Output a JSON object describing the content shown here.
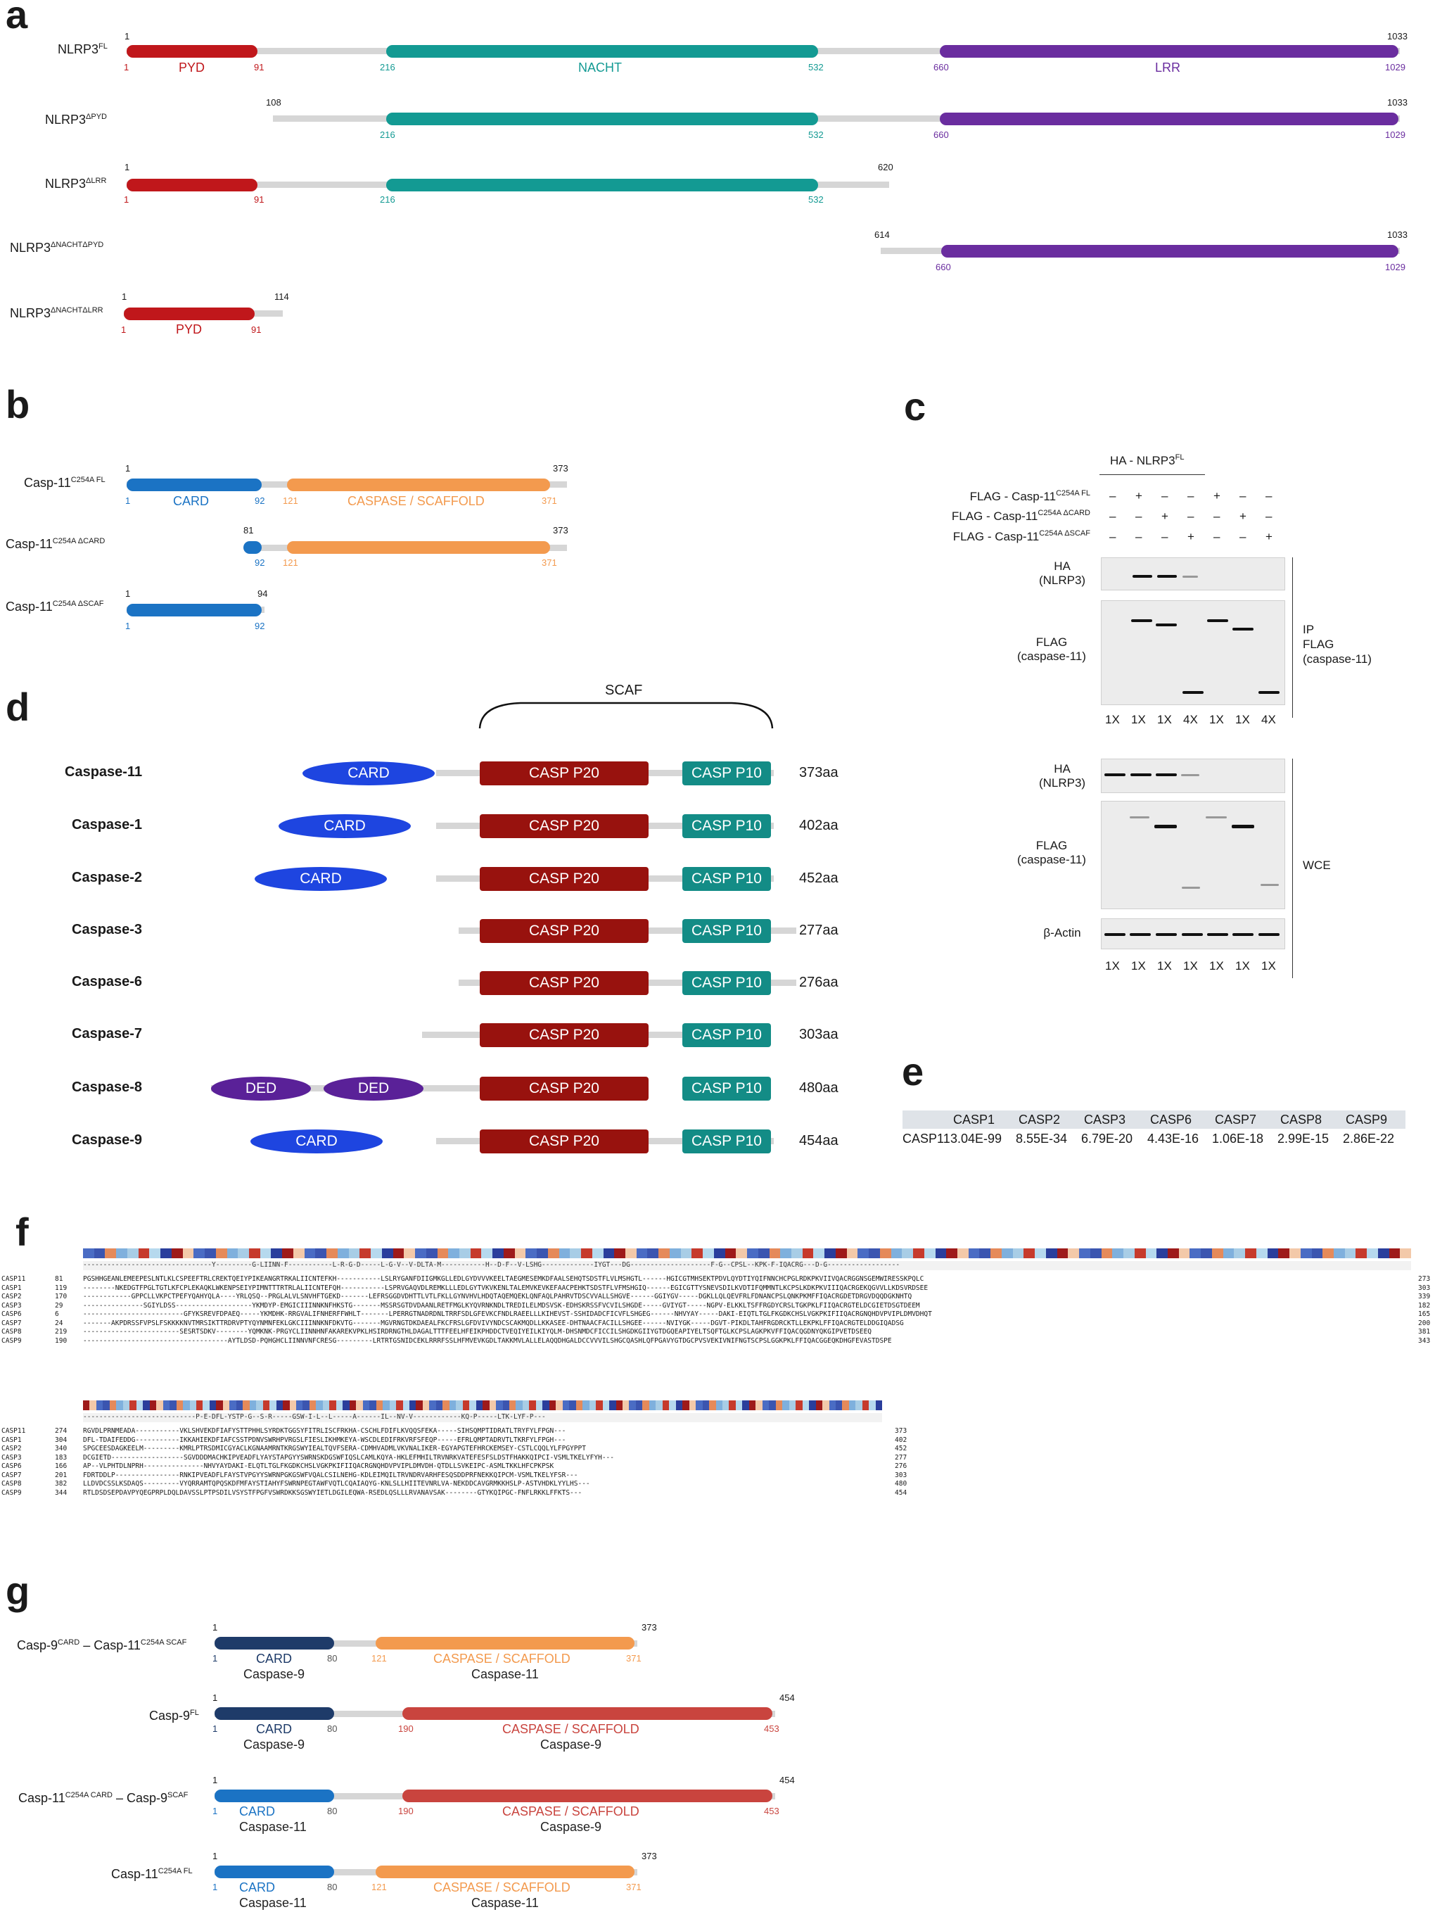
{
  "panels": {
    "a": "a",
    "b": "b",
    "c": "c",
    "d": "d",
    "e": "e",
    "f": "f",
    "g": "g"
  },
  "colors": {
    "pyd": "#c0171b",
    "nacht": "#139a93",
    "lrr": "#6a2d9f",
    "card_blue": "#1b73c4",
    "caspase_orange": "#f39a4e",
    "p20": "#98120e",
    "p10": "#138c86",
    "card_ellipse": "#1e45e0",
    "ded": "#5a2198",
    "card_dark": "#1e3b69",
    "caspase_red": "#c9443e",
    "grey_track": "#d6d6d6"
  },
  "panel_a": {
    "constructs": [
      {
        "name": "NLRP3",
        "sup": "FL",
        "start": "1",
        "end": "1033",
        "marks": [
          "1",
          "91",
          "216",
          "532",
          "660",
          "1029"
        ],
        "domains": [
          "PYD",
          "NACHT",
          "LRR"
        ]
      },
      {
        "name": "NLRP3",
        "sup": "ΔPYD",
        "start": "108",
        "end": "1033",
        "marks": [
          "216",
          "532",
          "660",
          "1029"
        ]
      },
      {
        "name": "NLRP3",
        "sup": "ΔLRR",
        "start": "1",
        "end": "620",
        "marks": [
          "1",
          "91",
          "216",
          "532"
        ]
      },
      {
        "name": "NLRP3",
        "sup": "ΔNACHTΔPYD",
        "start": "614",
        "end": "1033",
        "marks": [
          "660",
          "1029"
        ]
      },
      {
        "name": "NLRP3",
        "sup": "ΔNACHTΔLRR",
        "start": "1",
        "end": "114",
        "marks": [
          "1",
          "91"
        ],
        "domains": [
          "PYD"
        ]
      }
    ]
  },
  "panel_b": {
    "constructs": [
      {
        "name": "Casp-11",
        "sup": "C254A FL",
        "start": "1",
        "end": "373",
        "marks": [
          "1",
          "92",
          "121",
          "371"
        ],
        "domains": [
          "CARD",
          "CASPASE / SCAFFOLD"
        ]
      },
      {
        "name": "Casp-11",
        "sup": "C254A ΔCARD",
        "start": "81",
        "end": "373",
        "marks": [
          "92",
          "121",
          "371"
        ]
      },
      {
        "name": "Casp-11",
        "sup": "C254A ΔSCAF",
        "start": "1",
        "end": "94",
        "marks": [
          "1",
          "92"
        ]
      }
    ]
  },
  "panel_c": {
    "header": "HA - NLRP3",
    "header_sup": "FL",
    "rows": [
      {
        "label": "FLAG - Casp-11",
        "sup": "C254A FL",
        "signs": [
          "–",
          "+",
          "–",
          "–",
          "+",
          "–",
          "–"
        ]
      },
      {
        "label": "FLAG - Casp-11",
        "sup": "C254A ΔCARD",
        "signs": [
          "–",
          "–",
          "+",
          "–",
          "–",
          "+",
          "–"
        ]
      },
      {
        "label": "FLAG - Casp-11",
        "sup": "C254A ΔSCAF",
        "signs": [
          "–",
          "–",
          "–",
          "+",
          "–",
          "–",
          "+"
        ]
      }
    ],
    "ip_blots": {
      "ha": "HA",
      "ha_sub": "(NLRP3)",
      "flag": "FLAG",
      "flag_sub": "(caspase-11)"
    },
    "ip_side": [
      "IP",
      "FLAG",
      "(caspase-11)"
    ],
    "ip_exposure": [
      "1X",
      "1X",
      "1X",
      "4X",
      "1X",
      "1X",
      "4X"
    ],
    "wce_blots": {
      "ha": "HA",
      "ha_sub": "(NLRP3)",
      "flag": "FLAG",
      "flag_sub": "(caspase-11)",
      "actin": "β-Actin"
    },
    "wce_side": "WCE",
    "wce_exposure": [
      "1X",
      "1X",
      "1X",
      "1X",
      "1X",
      "1X",
      "1X"
    ]
  },
  "panel_d": {
    "scaf_label": "SCAF",
    "rows": [
      {
        "name": "Caspase-11",
        "pre": [
          "CARD"
        ],
        "length": "373aa"
      },
      {
        "name": "Caspase-1",
        "pre": [
          "CARD"
        ],
        "length": "402aa"
      },
      {
        "name": "Caspase-2",
        "pre": [
          "CARD"
        ],
        "length": "452aa"
      },
      {
        "name": "Caspase-3",
        "pre": [],
        "length": "277aa"
      },
      {
        "name": "Caspase-6",
        "pre": [],
        "length": "276aa"
      },
      {
        "name": "Caspase-7",
        "pre": [],
        "length": "303aa"
      },
      {
        "name": "Caspase-8",
        "pre": [
          "DED",
          "DED"
        ],
        "length": "480aa"
      },
      {
        "name": "Caspase-9",
        "pre": [
          "CARD"
        ],
        "length": "454aa"
      }
    ],
    "p20": "CASP P20",
    "p10": "CASP P10"
  },
  "panel_e": {
    "columns": [
      "CASP1",
      "CASP2",
      "CASP3",
      "CASP6",
      "CASP7",
      "CASP8",
      "CASP9"
    ],
    "row_label": "CASP11",
    "values": [
      "3.04E-99",
      "8.55E-34",
      "6.79E-20",
      "4.43E-16",
      "1.06E-18",
      "2.99E-15",
      "2.86E-22"
    ]
  },
  "panel_f": {
    "block1": {
      "consensus": "--------------------------------Y---------G-LIINN-F-----------L-R-G-D-----L-G-V--V-DLTA-M-----------H--D-F--V-LSHG-------------IYGT---DG--------------------F-G--CPSL--KPK-F-IQACRG---D-G------------------",
      "names": [
        "CASP11",
        "CASP1",
        "CASP2",
        "CASP3",
        "CASP6",
        "CASP7",
        "CASP8",
        "CASP9"
      ],
      "starts": [
        "81",
        "119",
        "170",
        "29",
        "6",
        "24",
        "219",
        "190"
      ],
      "ends": [
        "273",
        "303",
        "339",
        "182",
        "165",
        "200",
        "381",
        "343"
      ],
      "seqs": [
        "PGSHHGEANLEMEEPESLNTLKLCSPEEFTRLCREKTQEIYPIKEANGRTRKALIICNTEFKH-----------LSLRYGANFDIIGMKGLLEDLGYDVVVKEELTAEGMESEMKDFAALSEHQTSDSTFLVLMSHGTL------HGICGTMHSEKTPDVLQYDTIYQIFNNCHCPGLRDKPKVIIVQACRGGNSGEMWIRESSKPQLC",
        "--------NKEDGTFPGLTGTLKFCPLEKAQKLWKENPSEIYPIMNTTTRTRLALIICNTEFQH-----------LSPRVGAQVDLREMKLLLEDLGYTVKVKENLTALEMVKEVKEFAACPEHKTSDSTFLVFMSHGIQ------EGICGTTYSNEVSDILKVDTIFQMMNTLKCPSLKDKPKVIIIQACRGEKQGVVLLKDSVRDSEE",
        "------------GPPCLLVKPCTPEFYQAHYQLA----YRLQSQ--PRGLALVLSNVHFTGEKD-------LEFRSGGDVDHTTLVTLFKLLGYNVHVLHDQTAQEMQEKLQNFAQLPAHRVTDSCVVALLSHGVE------GGIYGV-----DGKLLQLQEVFRLFDNANCPSLQNKPKMFFIQACRGDETDRGVDQQDGKNHTQ",
        "---------------SGIYLDSS-------------------YKMDYP-EMGICIIINNKNFHKSTG-------MSSRSGTDVDAANLRETFMGLKYQVRNKNDLTREDILELMDSVSK-EDHSKRSSFVCVILSHGDE-----GVIYGT-----NGPV-ELKKLTSFFRGDYCRSLTGKPKLFIIQACRGTELDCGIETDSGTDEEM",
        "-------------------------GFYKSREVFDPAEQ-----YKMDHK-RRGVALIFNHERFFWHLT-------LPERRGTNADRDNLTRRFSDLGFEVKCFNDLRAEELLLKIHEVST-SSHIDADCFICVFLSHGEG------NHVYAY-----DAKI-EIQTLTGLFKGDKCHSLVGKPKIFIIQACRGNQHDVPVIPLDMVDHQT",
        "-------AKPDRSSFVPSLFSKKKKNVTMRSIKTTRDRVPTYQYNMNFEKLGKCIIINNKNFDKVTG-------MGVRNGTDKDAEALFKCFRSLGFDVIVYNDCSCAKMQDLLKKASEE-DHTNAACFACILLSHGEE------NVIYGK-----DGVT-PIKDLTAHFRGDRCKTLLEKPKLFFIQACRGTELDDGIQADSG",
        "------------------------SESRTSDKV--------YQMKNK-PRGYCLIINNHNFAKAREKVPKLHSIRDRNGTHLDAGALTTTFEELHFEIKPHDDCTVEQIYEILKIYQLM-DHSNMDCFICCILSHGDKGIIYGTDGQEAPIYELTSQFTGLKCPSLAGKPKVFFIQACQGDNYQKGIPVETDSEEQ",
        "------------------------------------AYTLDSD-PQHGHCLIINNVNFCRESG---------LRTRTGSNIDCEKLRRRFSSLHFMVEVKGDLTAKKMVLALLELAQQDHGALDCCVVVILSHGCQASHLQFPGAVYGTDGCPVSVEKIVNIFNGTSCPSLGGKPKLFFIQACGGEQKDHGFEVASTDSPE"
      ]
    },
    "block2": {
      "consensus": "----------------------------P-E-DFL-YSTP-G--S-R-----GSW-I-L--L-----A------IL--NV-V------------KQ-P-----LTK-LYF-P---",
      "names": [
        "CASP11",
        "CASP1",
        "CASP2",
        "CASP3",
        "CASP6",
        "CASP7",
        "CASP8",
        "CASP9"
      ],
      "starts": [
        "274",
        "304",
        "340",
        "183",
        "166",
        "201",
        "382",
        "344"
      ],
      "ends": [
        "373",
        "402",
        "452",
        "277",
        "276",
        "303",
        "480",
        "454"
      ],
      "seqs": [
        "RGVDLPRNMEADA-----------VKLSHVEKDFIAFYSTTPHHLSYRDKTGGSYFITRLISCFRKHA-CSCHLFDIFLKVQQSFEKA-----SIHSQMPTIDRATLTRYFYLFPGN---",
        "DFL-TDAIFEDDG-----------IKKAHIEKDFIAFCSSTPDNVSWRHPVRGSLFIESLIKHMKEYA-WSCDLEDIFRKVRFSFEQP-----EFRLQMPTADRVTLTKRFYLFPGH---",
        "SPGCEESDAGKEELM---------KMRLPTRSDMICGYACLKGNAAMRNTKRGSWYIEALTQVFSERA-CDMHVADMLVKVNALIKER-EGYAPGTEFHRCKEMSEY-CSTLCQQLYLFPGYPPT",
        "DCGIETD------------------SGVDDDMACHKIPVEADFLYAYSTAPGYYSWRNSKDGSWFIQSLCAMLKQYA-HKLEFMHILTRVNRKVATEFESFSLDSTFHAKKQIPCI-VSMLTKELYFYH---",
        "AP--VLPHTDLNPRH---------------NHVYAYDAKI-ELQTLTGLFKGDKCHSLVGKPKIFIIQACRGNQHDVPVIPLDMVDH-QTDLLSVKEIPC-ASMLTKKLHFCPKPSK",
        "FDRTDDLP----------------RNKIPVEADFLFAYSTVPGYYSWRNPGKGSWFVQALCSILNEHG-KDLEIMQILTRVNDRVARHFESQSDDPRFNEKKQIPCM-VSMLTKELYFSR---",
        "LLDVDCSSLKSDAQS---------VYQRRAMTQPQSKDFMFAYSTIAHYFSWRNPEGTAWFVQTLCQAIAQYG-KNLSLLHIITEVNRLVA-NEKDDCAVGRMKKHSLP-ASTVHDKLYYLHS---",
        "RTLDSDSEPDAVPYQEGPRPLDQLDAVSSLPTPSDILVSYSTFPGFVSWRDKKSGSWYIETLDGILEQWA-RSEDLQSLLLRVANAVSAK--------GTYKQIPGC-FNFLRKKLFFKTS---"
      ]
    }
  },
  "panel_g": {
    "constructs": [
      {
        "name": "Casp-9",
        "sup1": "CARD",
        "mid": " – Casp-11",
        "sup2": "C254A SCAF",
        "start": "1",
        "end": "373",
        "marks": [
          "1",
          "80",
          "121",
          "371"
        ],
        "d1": "CARD",
        "d1sub": "Caspase-9",
        "d2": "CASPASE / SCAFFOLD",
        "d2sub": "Caspase-11"
      },
      {
        "name": "Casp-9",
        "sup1": "FL",
        "mid": "",
        "sup2": "",
        "start": "1",
        "end": "454",
        "marks": [
          "1",
          "80",
          "190",
          "453"
        ],
        "d1": "CARD",
        "d1sub": "Caspase-9",
        "d2": "CASPASE / SCAFFOLD",
        "d2sub": "Caspase-9"
      },
      {
        "name": "Casp-11",
        "sup1": "C254A CARD",
        "mid": " – Casp-9",
        "sup2": "SCAF",
        "start": "1",
        "end": "454",
        "marks": [
          "1",
          "80",
          "190",
          "453"
        ],
        "d1": "CARD",
        "d1sub": "Caspase-11",
        "d2": "CASPASE / SCAFFOLD",
        "d2sub": "Caspase-9"
      },
      {
        "name": "Casp-11",
        "sup1": "C254A FL",
        "mid": "",
        "sup2": "",
        "start": "1",
        "end": "373",
        "marks": [
          "1",
          "80",
          "121",
          "371"
        ],
        "d1": "CARD",
        "d1sub": "Caspase-11",
        "d2": "CASPASE / SCAFFOLD",
        "d2sub": "Caspase-11"
      }
    ]
  }
}
